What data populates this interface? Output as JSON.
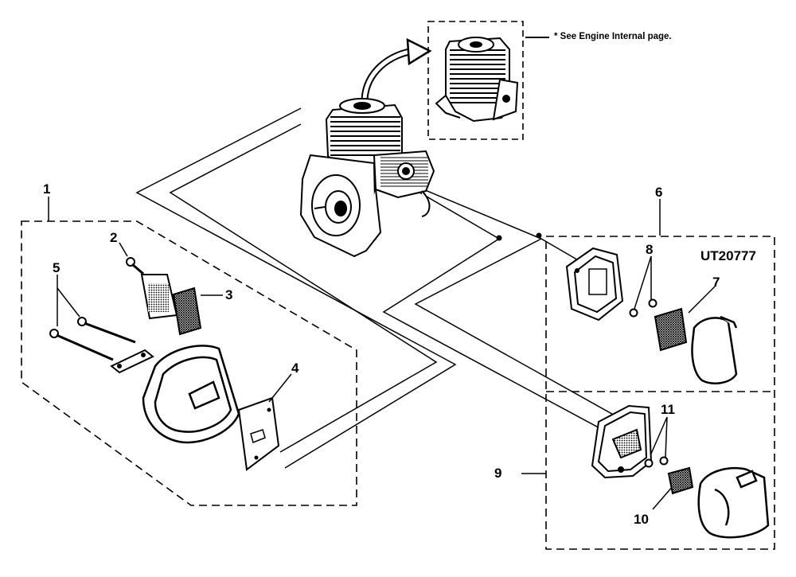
{
  "note_text": "* See Engine Internal page.",
  "diagram_code": "UT20777",
  "callouts": {
    "c1": "1",
    "c2": "2",
    "c3": "3",
    "c4": "4",
    "c5": "5",
    "c6": "6",
    "c7": "7",
    "c8": "8",
    "c9": "9",
    "c10": "10",
    "c11": "11"
  }
}
